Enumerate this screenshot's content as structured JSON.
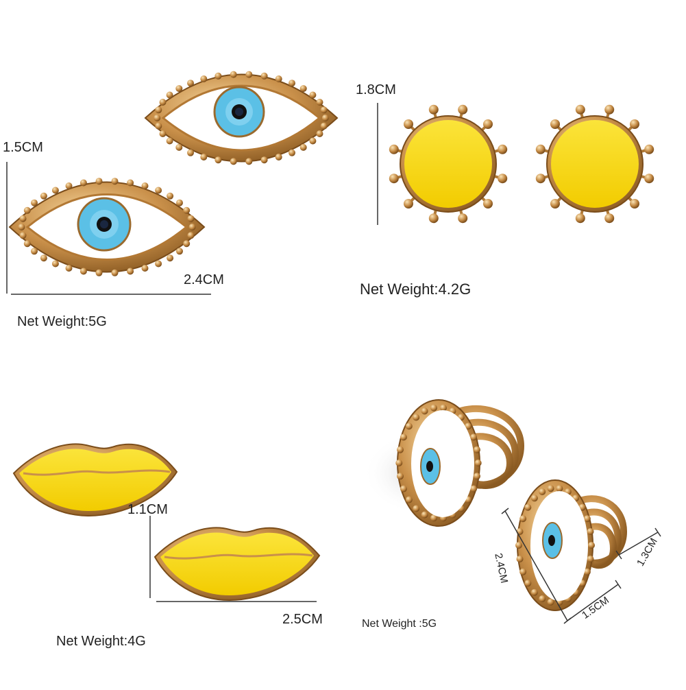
{
  "colors": {
    "gold": "#c9904a",
    "gold_dark": "#8a5a22",
    "gold_light": "#f0c98a",
    "enamel_white": "#ffffff",
    "iris_blue": "#5bc0e6",
    "pupil": "#111111",
    "enamel_yellow": "#f7d90a",
    "lip_line": "#c9904a",
    "text": "#222222",
    "measure_line": "#333333"
  },
  "products": [
    {
      "item": "evil-eye-earrings",
      "height_label": "1.5CM",
      "width_label": "2.4CM",
      "weight_label": "Net Weight:5G"
    },
    {
      "item": "sun-earrings",
      "height_label": "1.8CM",
      "weight_label": "Net Weight:4.2G"
    },
    {
      "item": "lips-earrings",
      "height_label": "1.1CM",
      "width_label": "2.5CM",
      "weight_label": "Net Weight:4G"
    },
    {
      "item": "evil-eye-rings",
      "height_label": "2.4CM",
      "width_label": "1.5CM",
      "band_label": "1.3CM",
      "weight_label": "Net Weight :5G"
    }
  ]
}
